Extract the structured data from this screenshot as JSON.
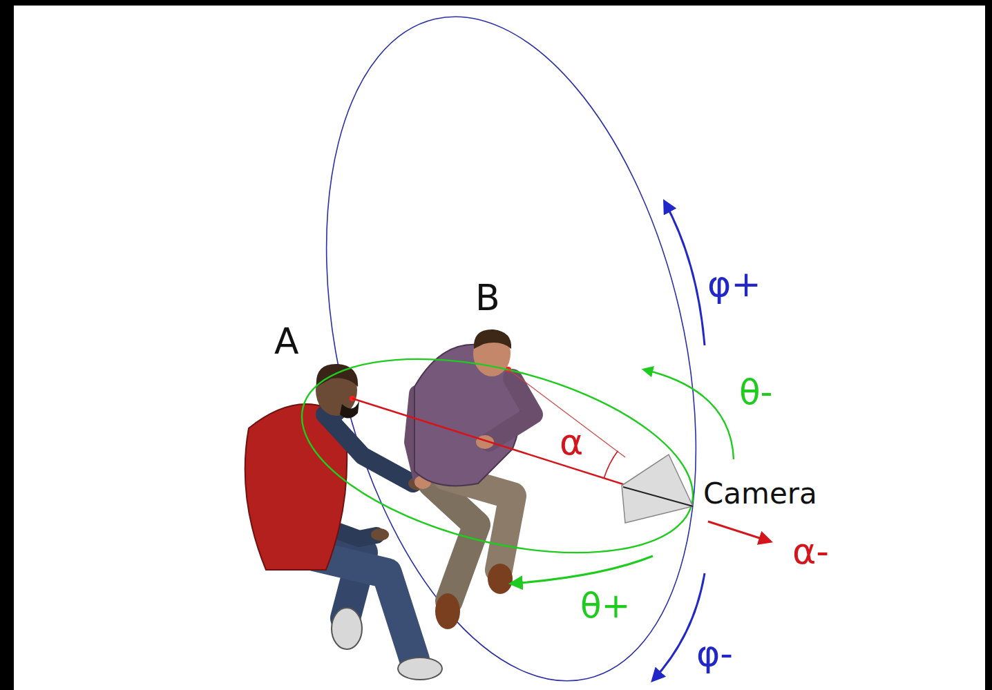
{
  "diagram": {
    "labels": [
      "φ+",
      "B",
      "A",
      "θ-",
      "α",
      "Camera",
      "α-",
      "θ+",
      "φ-"
    ]
  }
}
